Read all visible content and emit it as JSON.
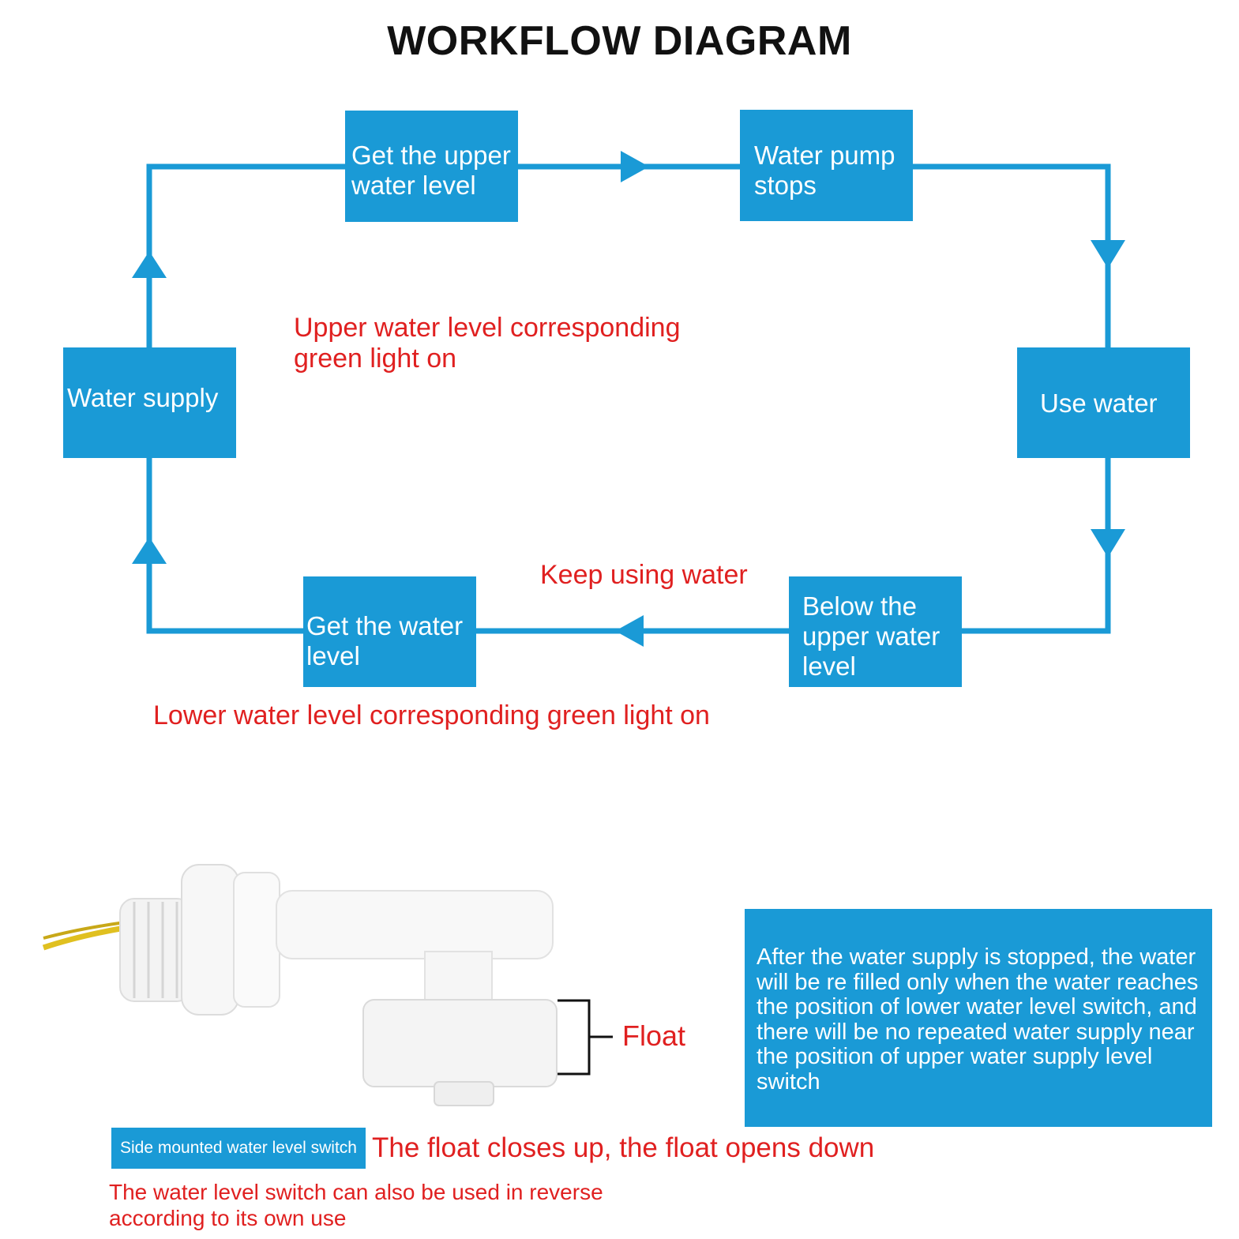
{
  "title": "WORKFLOW DIAGRAM",
  "colors": {
    "box": "#1a9ad6",
    "line": "#1a9ad6",
    "annotation": "#e02020"
  },
  "flow": {
    "upper_level": "Get the upper\nwater level",
    "pump_stops": "Water pump\nstops",
    "use_water": "Use water",
    "below_upper": "Below the\nupper water\nlevel",
    "water_level": "Get the water\nlevel",
    "water_supply": "Water supply"
  },
  "annotations": {
    "upper_green": "Upper water level corresponding\ngreen light on",
    "keep_using": "Keep using water",
    "lower_green": "Lower water level corresponding green light on"
  },
  "product": {
    "float_label": "Float",
    "switch_badge": "Side mounted water level switch",
    "float_behavior": "The float closes up, the float opens down",
    "reverse_note": "The water level switch can also be used in reverse\naccording to its own use",
    "info_text": "After the water supply is stopped, the water will be re filled only when the water reaches the position of lower water level switch, and there will be no repeated water supply near the position of upper water supply level switch"
  }
}
